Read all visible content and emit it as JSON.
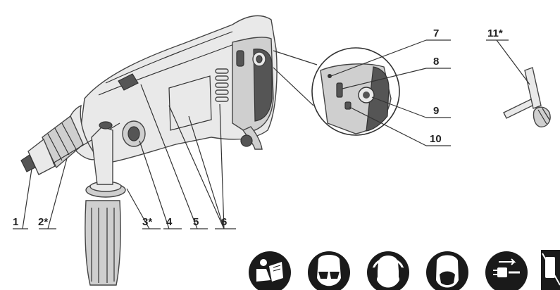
{
  "callouts": [
    {
      "id": "1",
      "text": "1"
    },
    {
      "id": "2",
      "text": "2*"
    },
    {
      "id": "3",
      "text": "3*"
    },
    {
      "id": "4",
      "text": "4"
    },
    {
      "id": "5",
      "text": "5"
    },
    {
      "id": "6",
      "text": "6"
    },
    {
      "id": "7",
      "text": "7"
    },
    {
      "id": "8",
      "text": "8"
    },
    {
      "id": "9",
      "text": "9"
    },
    {
      "id": "10",
      "text": "10"
    },
    {
      "id": "11",
      "text": "11*"
    }
  ],
  "safety_icons": [
    {
      "name": "read-manual-icon"
    },
    {
      "name": "safety-goggles-icon"
    },
    {
      "name": "ear-protection-icon"
    },
    {
      "name": "dust-mask-icon"
    },
    {
      "name": "unplug-icon"
    },
    {
      "name": "disposal-icon"
    }
  ],
  "colors": {
    "ink": "#222222",
    "icon_fill": "#1a1a1a",
    "paper": "#ffffff"
  }
}
